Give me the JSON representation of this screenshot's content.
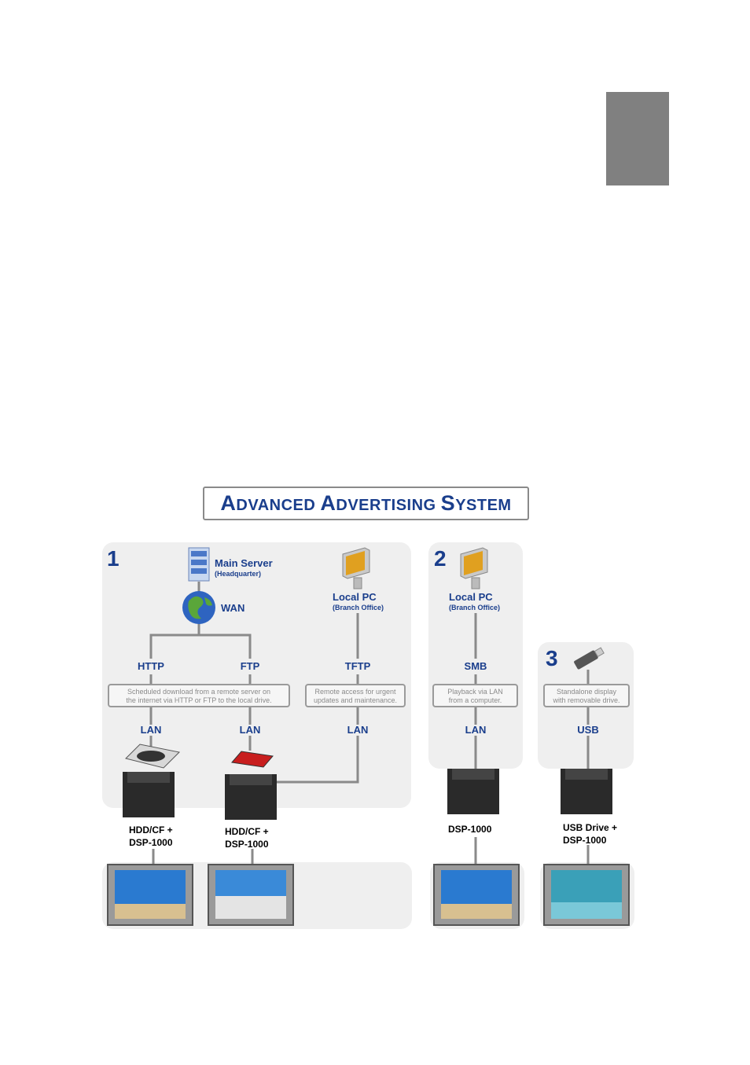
{
  "title": {
    "first": "A",
    "rest1": "DVANCED ",
    "second": "A",
    "rest2": "DVERTISING ",
    "third": "S",
    "rest3": "YSTEM"
  },
  "section1": {
    "number": "1",
    "main_server": "Main Server",
    "headquarter": "(Headquarter)",
    "wan": "WAN",
    "local_pc": "Local PC",
    "branch_office": "(Branch Office)",
    "http": "HTTP",
    "ftp": "FTP",
    "tftp": "TFTP",
    "desc_download_1": "Scheduled download from a remote server on",
    "desc_download_2": "the internet via HTTP or FTP to the local drive.",
    "desc_remote_1": "Remote access for urgent",
    "desc_remote_2": "updates and maintenance.",
    "lan": "LAN",
    "device_a_1": "HDD/CF +",
    "device_a_2": "DSP-1000",
    "device_b_1": "HDD/CF +",
    "device_b_2": "DSP-1000"
  },
  "section2": {
    "number": "2",
    "local_pc": "Local PC",
    "branch_office": "(Branch Office)",
    "smb": "SMB",
    "desc_1": "Playback via LAN",
    "desc_2": "from a computer.",
    "lan": "LAN",
    "device": "DSP-1000"
  },
  "section3": {
    "number": "3",
    "desc_1": "Standalone display",
    "desc_2": "with removable drive.",
    "usb": "USB",
    "device_1": "USB Drive +",
    "device_2": "DSP-1000"
  }
}
